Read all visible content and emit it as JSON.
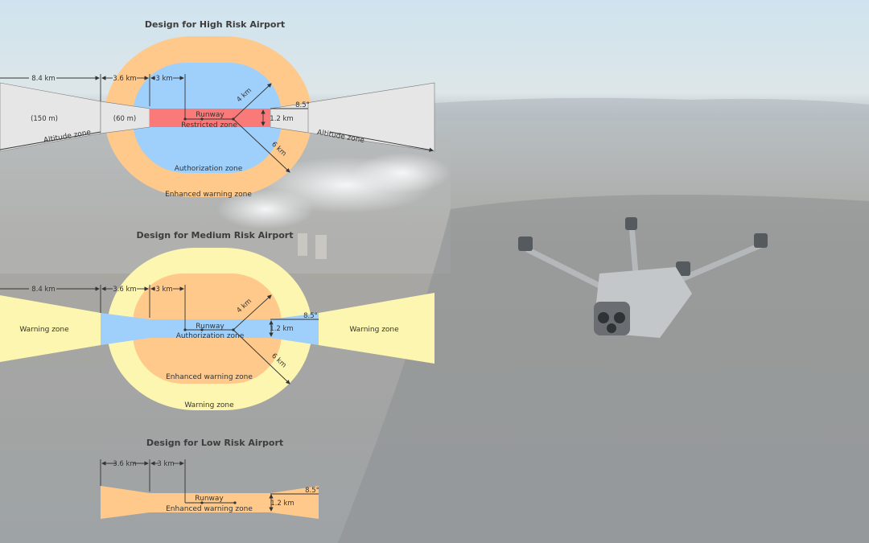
{
  "colors": {
    "orange": "#fec98a",
    "blue": "#9fd0fb",
    "red": "#f97a78",
    "yellow": "#fdf6b0",
    "grey": "#e6e6e6"
  },
  "high": {
    "title": "Design for High Risk Airport",
    "d84": "8.4 km",
    "d36": "3.6 km",
    "d3": "3 km",
    "d4": "4 km",
    "d6": "6 km",
    "d12": "1.2 km",
    "angle": "8.5°",
    "alt150": "(150 m)",
    "alt60": "(60 m)",
    "runway": "Runway",
    "restricted": "Restricted zone",
    "authorization": "Authorization zone",
    "enhanced": "Enhanced warning zone",
    "altitude_left": "Altitude zone",
    "altitude_right": "Altitude zone"
  },
  "medium": {
    "title": "Design for Medium Risk Airport",
    "d84": "8.4 km",
    "d36": "3.6 km",
    "d3": "3 km",
    "d4": "4 km",
    "d6": "6 km",
    "d12": "1.2 km",
    "angle": "8.5°",
    "runway": "Runway",
    "authorization": "Authorization zone",
    "enhanced": "Enhanced warning zone",
    "warning": "Warning zone",
    "warning_left": "Warning zone",
    "warning_right": "Warning zone"
  },
  "low": {
    "title": "Design for Low Risk Airport",
    "d36": "3.6 km",
    "d3": "3 km",
    "d12": "1.2 km",
    "angle": "8.5°",
    "runway": "Runway",
    "enhanced": "Enhanced warning zone"
  }
}
